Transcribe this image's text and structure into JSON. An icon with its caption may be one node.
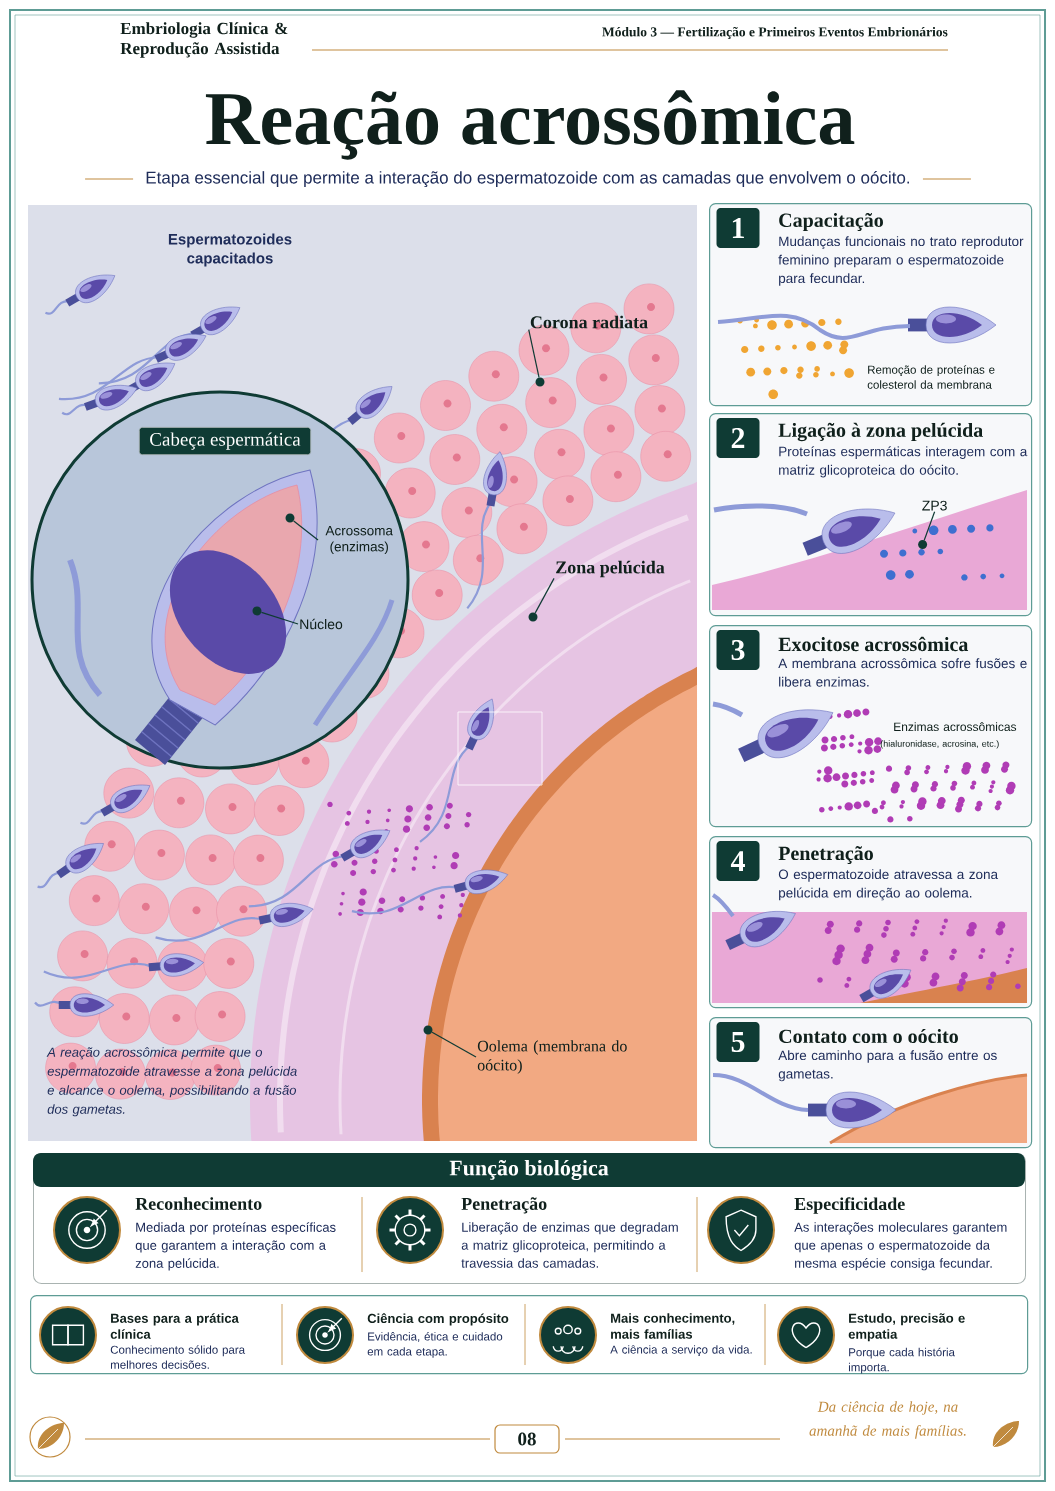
{
  "diagram": {
    "title": "Reação acrossômica",
    "nodes": [
      {
        "text": [
          "Cabeça espermática"
        ]
      },
      {
        "text": [
          "Acrossoma (enzimas)"
        ],
        "in": 0
      },
      {
        "text": [
          "Núcleo"
        ],
        "in": 0
      },
      {
        "text": [
          "Corona radiata"
        ]
      },
      {
        "text": [
          "Zona pelúcida"
        ]
      },
      {
        "text": [
          "Oolema (membrana do oócito)"
        ]
      },
      {
        "text": [
          "1",
          "Capacitação",
          "Mudanças funcionais no trato reprodutor feminino preparam o espermatozoide para fecundar.",
          "Remoção de proteínas e colesterol da membrana"
        ]
      },
      {
        "text": [
          "2",
          "Ligação à zona pelúcida",
          "Proteínas espermáticas interagem com a matriz glicoproteica do oócito."
        ]
      },
      {
        "text": [
          "ZP3"
        ],
        "in": 7
      },
      {
        "text": [
          "3",
          "Exocitose acrossômica",
          "A membrana acrossômica sofre fusões e libera enzimas.",
          "Enzimas acrossômicas",
          "(hialuronidase, acrosina, etc.)"
        ]
      },
      {
        "text": [
          "4",
          "Penetração",
          "O espermatozoide atravessa a zona pelúcida em direção ao oolema."
        ]
      },
      {
        "text": [
          "5",
          "Contato com o oócito",
          "Abre caminho para a fusão entre os gametas."
        ]
      },
      {
        "text": [
          "Função biológica"
        ]
      },
      {
        "text": [
          "Reconhecimento",
          "Mediada por proteínas específicas que garantem a interação com a zona pelúcida."
        ],
        "in": 12
      },
      {
        "text": [
          "Penetração",
          "Liberação de enzimas que degradam a matriz glicoproteica, permitindo a travessia das camadas."
        ],
        "in": 12
      },
      {
        "text": [
          "Especificidade",
          "As interações moleculares garantem que apenas o espermatozoide da mesma espécie consiga fecundar."
        ],
        "in": 12
      },
      {
        "text": [],
        "shape": "box"
      },
      {
        "text": [
          "Bases para a prática clínica",
          "Conhecimento sólido para melhores decisões."
        ],
        "in": 16
      },
      {
        "text": [
          "Ciência com propósito",
          "Evidência, ética e cuidado em cada etapa."
        ],
        "in": 16
      },
      {
        "text": [
          "Mais conhecimento, mais famílias",
          "A ciência a serviço da vida."
        ],
        "in": 16
      },
      {
        "text": [
          "Estudo, precisão e empatia",
          "Porque cada história importa."
        ],
        "in": 16
      },
      {
        "text": [
          "08"
        ]
      },
      {
        "text": [],
        "shape": "circle",
        "in": 0
      },
      {
        "text": [],
        "shape": "circle",
        "in": 0
      },
      {
        "text": [],
        "shape": "circle"
      },
      {
        "text": [],
        "shape": "circle"
      },
      {
        "text": [],
        "shape": "circle"
      },
      {
        "text": [],
        "shape": "circle",
        "in": 7
      }
    ],
    "edges": [
      {
        "from": 1,
        "to": 22,
        "arrow": "none"
      },
      {
        "from": 2,
        "to": 23,
        "arrow": "none"
      },
      {
        "from": 3,
        "to": 24,
        "arrow": "none"
      },
      {
        "from": 4,
        "to": 25,
        "arrow": "none"
      },
      {
        "from": 5,
        "to": 26,
        "arrow": "none"
      },
      {
        "from": 8,
        "to": 27,
        "arrow": "none"
      }
    ],
    "labels": [
      "Embriologia Clínica & Reprodução Assistida",
      "Módulo 3 — Fertilização e Primeiros Eventos Embrionários",
      "Etapa essencial que permite a interação do espermatozoide com as camadas que envolvem o oócito.",
      "Espermatozoides capacitados",
      "A reação acrossômica permite que o espermatozoide atravesse a zona pelúcida e alcance o oolema, possibilitando a fusão dos gametas.",
      "Da ciência de hoje, na amanhã de mais famílias."
    ]
  }
}
